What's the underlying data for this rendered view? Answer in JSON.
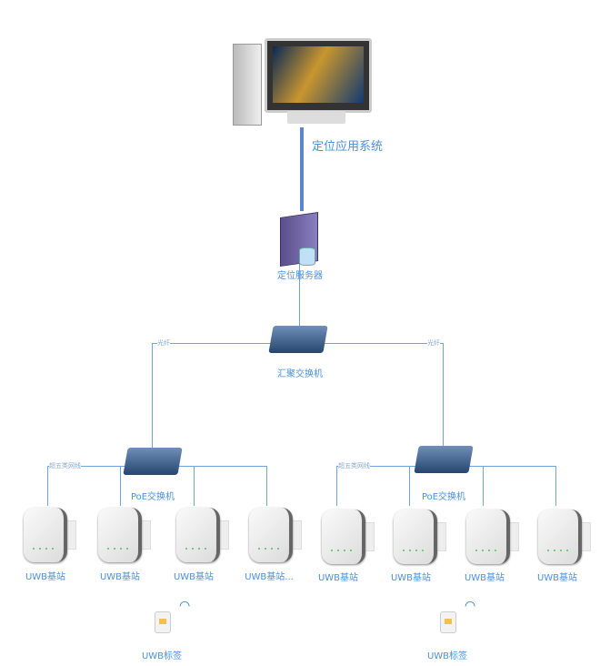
{
  "app_system": {
    "label": "定位应用系统"
  },
  "server": {
    "label": "定位服务器"
  },
  "core_switch": {
    "label": "汇聚交换机",
    "link_left": "光纤",
    "link_right": "光纤"
  },
  "poe_switches": [
    {
      "label": "PoE交换机",
      "cable": "超五类网线",
      "stations": [
        "UWB基站",
        "UWB基站",
        "UWB基站",
        "UWB基站..."
      ],
      "tag": "UWB标签"
    },
    {
      "label": "PoE交换机",
      "cable": "超五类网线",
      "stations": [
        "UWB基站",
        "UWB基站",
        "UWB基站",
        "UWB基站"
      ],
      "tag": "UWB标签"
    }
  ],
  "colors": {
    "link": "#6fa3dc",
    "label": "#4a90d9",
    "thick_link": "#5b86cf"
  }
}
